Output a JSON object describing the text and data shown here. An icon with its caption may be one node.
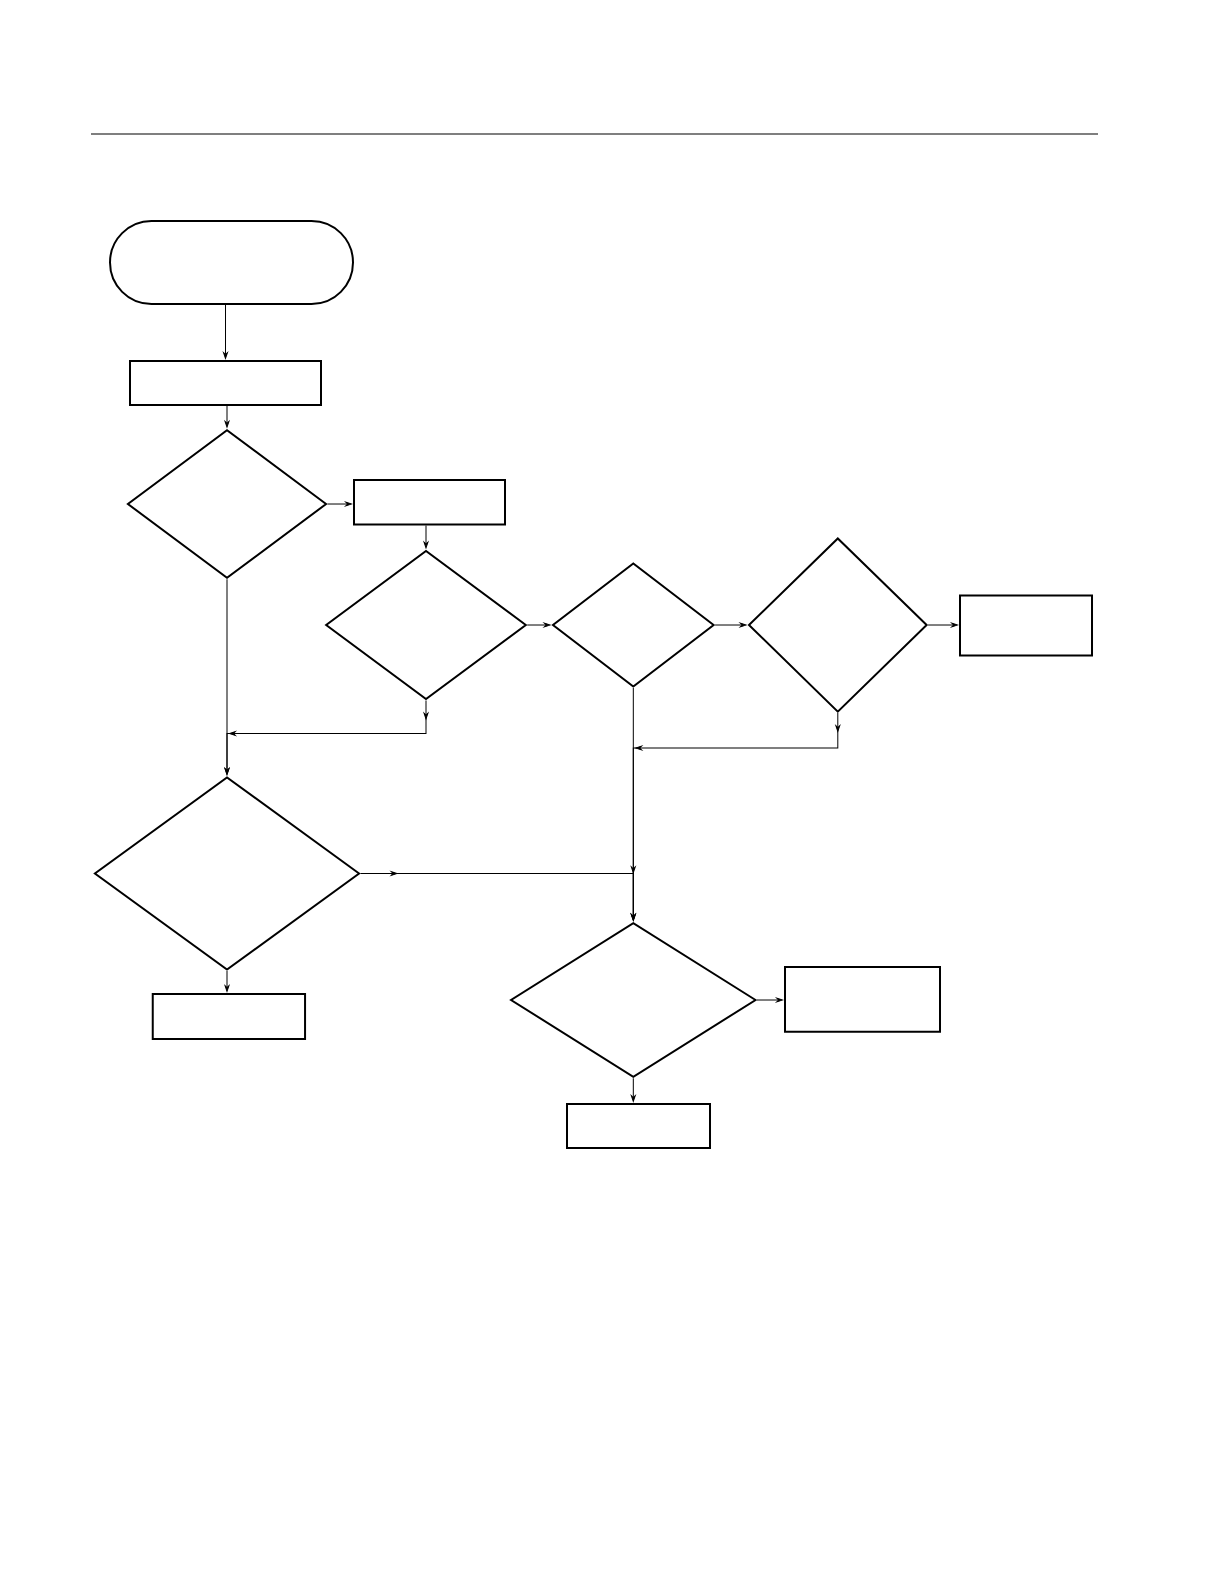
{
  "diagram": {
    "nodes": [
      {
        "text": [],
        "shape": "oval"
      },
      {
        "text": [],
        "shape": "box"
      },
      {
        "text": [],
        "shape": "diamond"
      },
      {
        "text": [],
        "shape": "box"
      },
      {
        "text": [],
        "shape": "diamond"
      },
      {
        "text": [],
        "shape": "diamond"
      },
      {
        "text": [],
        "shape": "diamond"
      },
      {
        "text": [],
        "shape": "box"
      },
      {
        "text": [],
        "shape": "diamond"
      },
      {
        "text": [],
        "shape": "diamond"
      },
      {
        "text": [],
        "shape": "box"
      },
      {
        "text": [],
        "shape": "box"
      },
      {
        "text": [],
        "shape": "box"
      }
    ],
    "edges": [
      {
        "from": 0,
        "to": 1,
        "arrow": "to"
      },
      {
        "from": 1,
        "to": 2,
        "arrow": "to"
      },
      {
        "from": 2,
        "to": 3,
        "arrow": "to"
      },
      {
        "from": 3,
        "to": 4,
        "arrow": "to"
      },
      {
        "from": 4,
        "to": 5,
        "arrow": "to"
      },
      {
        "from": 5,
        "to": 6,
        "arrow": "to"
      },
      {
        "from": 6,
        "to": 7,
        "arrow": "to"
      },
      {
        "from": 2,
        "to": 8,
        "arrow": "to"
      },
      {
        "from": 4,
        "to": 8,
        "arrow": "to"
      },
      {
        "from": 5,
        "to": 9,
        "arrow": "to"
      },
      {
        "from": 6,
        "to": 9,
        "arrow": "to"
      },
      {
        "from": 8,
        "to": 9,
        "arrow": "to"
      },
      {
        "from": 8,
        "to": 10,
        "arrow": "to"
      },
      {
        "from": 9,
        "to": 11,
        "arrow": "to"
      },
      {
        "from": 9,
        "to": 12,
        "arrow": "to"
      }
    ]
  }
}
